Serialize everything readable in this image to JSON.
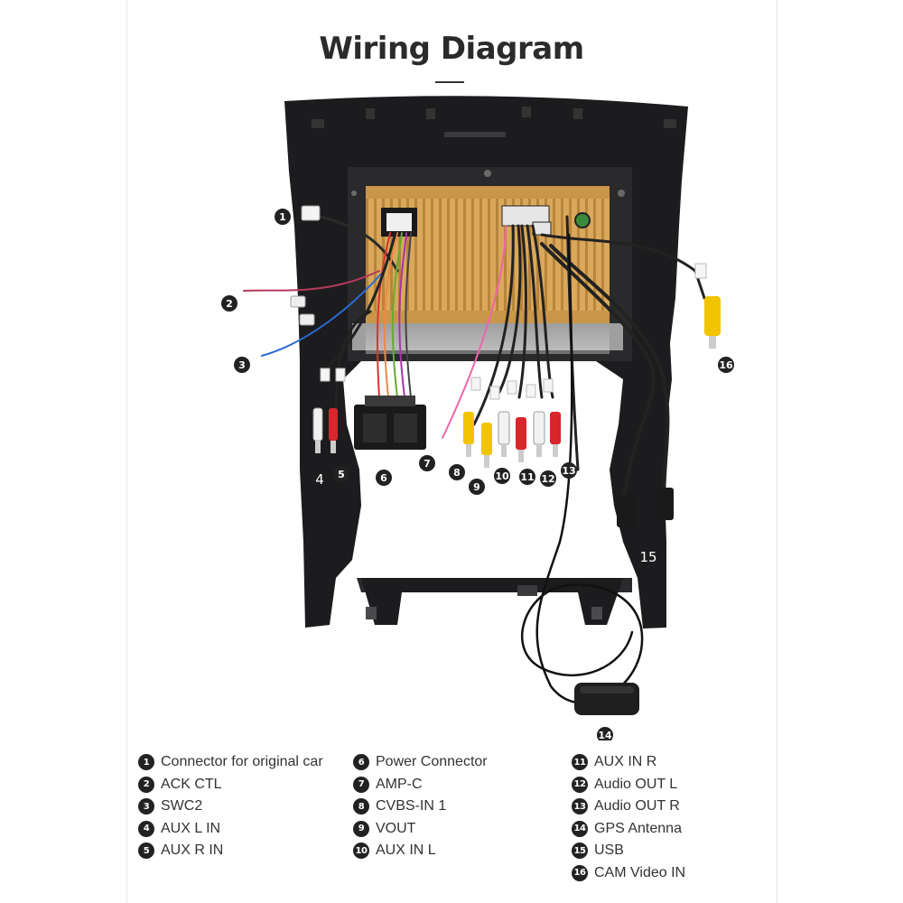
{
  "title": "Wiring Diagram",
  "legend": [
    {
      "num": "1",
      "label": "Connector for original car"
    },
    {
      "num": "2",
      "label": "ACK CTL"
    },
    {
      "num": "3",
      "label": "SWC2"
    },
    {
      "num": "4",
      "label": "AUX L IN"
    },
    {
      "num": "5",
      "label": "AUX R IN"
    },
    {
      "num": "6",
      "label": "Power Connector"
    },
    {
      "num": "7",
      "label": "AMP-C"
    },
    {
      "num": "8",
      "label": "CVBS-IN 1"
    },
    {
      "num": "9",
      "label": "VOUT"
    },
    {
      "num": "10",
      "label": "AUX IN L"
    },
    {
      "num": "11",
      "label": "AUX IN R"
    },
    {
      "num": "12",
      "label": "Audio OUT L"
    },
    {
      "num": "13",
      "label": "Audio OUT R"
    },
    {
      "num": "14",
      "label": "GPS Antenna"
    },
    {
      "num": "15",
      "label": "USB"
    },
    {
      "num": "16",
      "label": "CAM Video IN"
    }
  ],
  "colors": {
    "frame": "#1c1c1e",
    "metal": "#d9a85a",
    "rca_yellow": "#f2c400",
    "rca_red": "#d8262c",
    "rca_white": "#f2f2f2",
    "badge": "#222222"
  }
}
